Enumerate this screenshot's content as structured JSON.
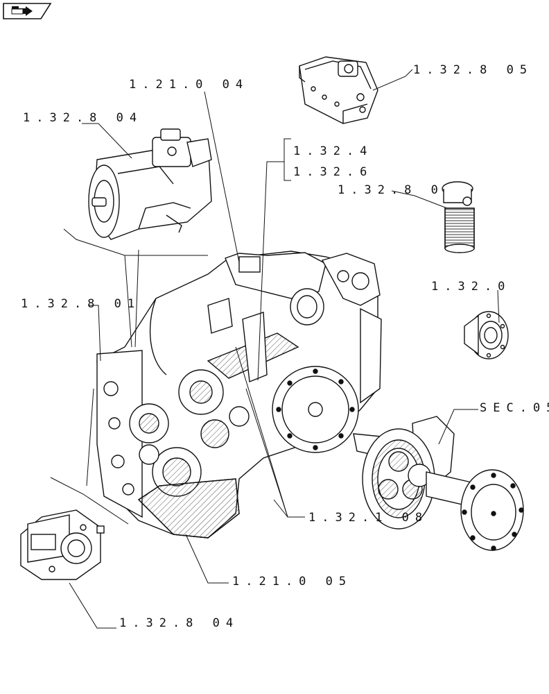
{
  "navigation": {
    "icon": "arrow-right-icon"
  },
  "callouts": [
    {
      "id": "c1",
      "text": "1.21.0 04"
    },
    {
      "id": "c2",
      "text": "1.32.8 05"
    },
    {
      "id": "c3",
      "text": "1.32.8 04"
    },
    {
      "id": "c4",
      "text": "1.32.4"
    },
    {
      "id": "c5",
      "text": "1.32.6"
    },
    {
      "id": "c6",
      "text": "1.32.8 0"
    },
    {
      "id": "c7",
      "text": "1.32.8 01"
    },
    {
      "id": "c8",
      "text": "1.32.0"
    },
    {
      "id": "c9",
      "text": "SEC.05"
    },
    {
      "id": "c10",
      "text": "1.32.1 08"
    },
    {
      "id": "c11",
      "text": "1.21.0 05"
    },
    {
      "id": "c12",
      "text": "1.32.8 04"
    }
  ]
}
